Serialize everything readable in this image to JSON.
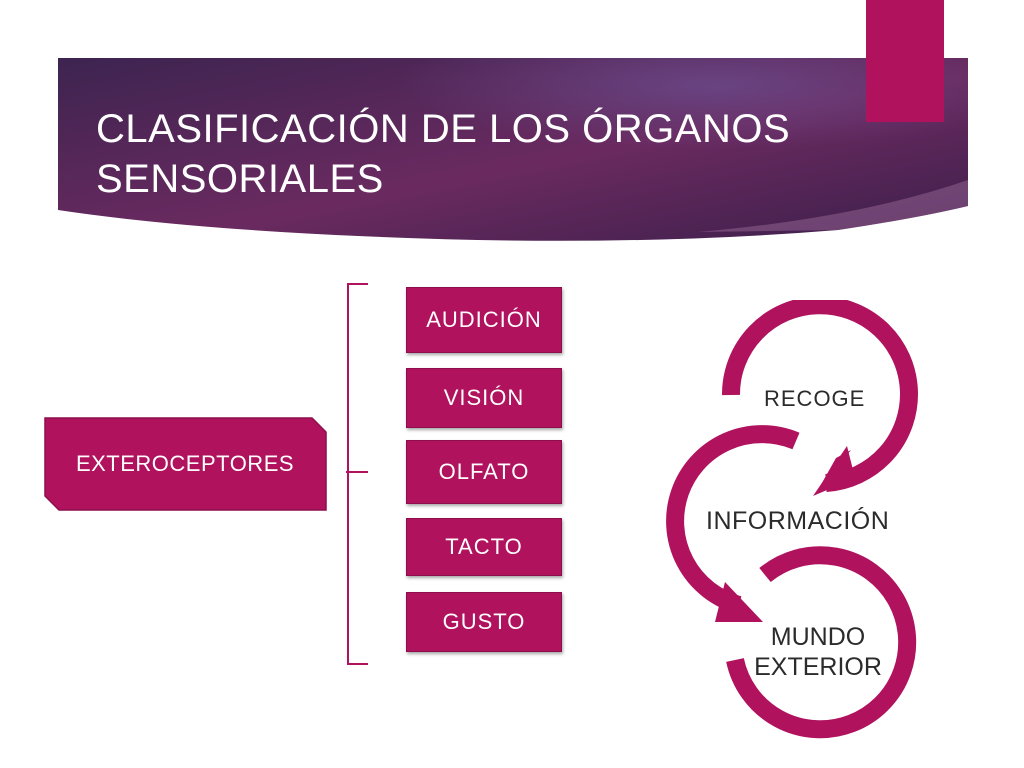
{
  "slide": {
    "title_line1": "CLASIFICACIÓN DE LOS ÓRGANOS",
    "title_line2": "SENSORIALES"
  },
  "diagram": {
    "root": "EXTEROCEPTORES",
    "senses": [
      "AUDICIÓN",
      "VISIÓN",
      "OLFATO",
      "TACTO",
      "GUSTO"
    ]
  },
  "cycle": {
    "labels": [
      "RECOGE",
      "INFORMACIÓN",
      "MUNDO EXTERIOR"
    ],
    "label_line1": "MUNDO",
    "label_line2": "EXTERIOR"
  },
  "colors": {
    "accent": "#b0125e",
    "banner_dark": "#3a1f4a",
    "banner_mid": "#6b2a5e"
  }
}
